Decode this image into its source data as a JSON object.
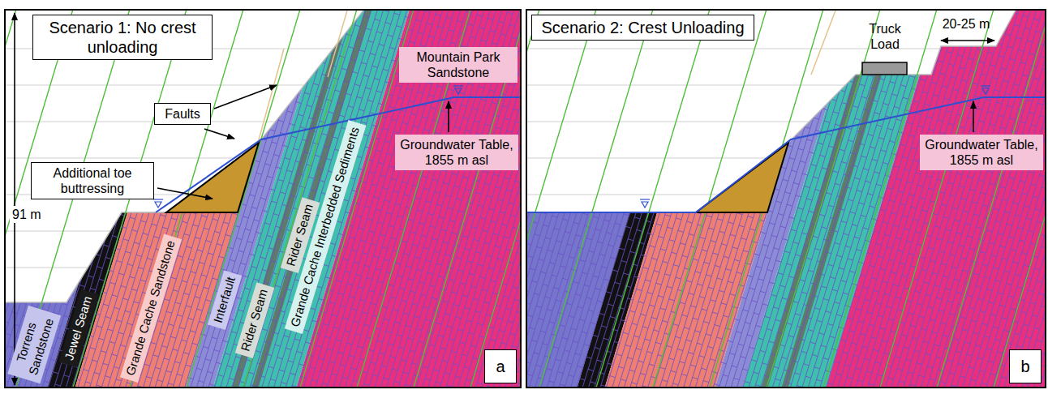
{
  "diagram": {
    "nodes": [
      {
        "text": [
          "a"
        ]
      },
      {
        "text": [
          "Scenario 1: No crest unloading"
        ],
        "in": 0
      },
      {
        "text": [
          "Faults"
        ],
        "in": 0
      },
      {
        "text": [
          "Mountain Park Sandstone"
        ],
        "in": 0
      },
      {
        "text": [
          "Additional toe buttressing"
        ],
        "in": 0
      },
      {
        "text": [
          "Grande Cache Interbedded Sediments"
        ],
        "in": 0
      },
      {
        "text": [
          "Groundwater Table, 1855 m asl"
        ],
        "in": 0
      },
      {
        "text": [
          "Interfault"
        ],
        "in": 0
      },
      {
        "text": [
          "Rider Seam"
        ],
        "in": 0
      },
      {
        "text": [
          "Rider Seam"
        ],
        "in": 0
      },
      {
        "text": [
          "Grande Cache Sandstone"
        ],
        "in": 0
      },
      {
        "text": [
          "Jewel Seam"
        ],
        "in": 0
      },
      {
        "text": [
          "Torrens Sandstone"
        ],
        "in": 0
      },
      {
        "text": [
          "b"
        ]
      },
      {
        "text": [
          "Scenario 2: Crest Unloading"
        ],
        "in": 13
      },
      {
        "text": [
          "Groundwater Table, 1855 m asl"
        ],
        "in": 13
      }
    ],
    "labels": [
      "91 m",
      "Truck Load",
      "20-25 m"
    ]
  }
}
